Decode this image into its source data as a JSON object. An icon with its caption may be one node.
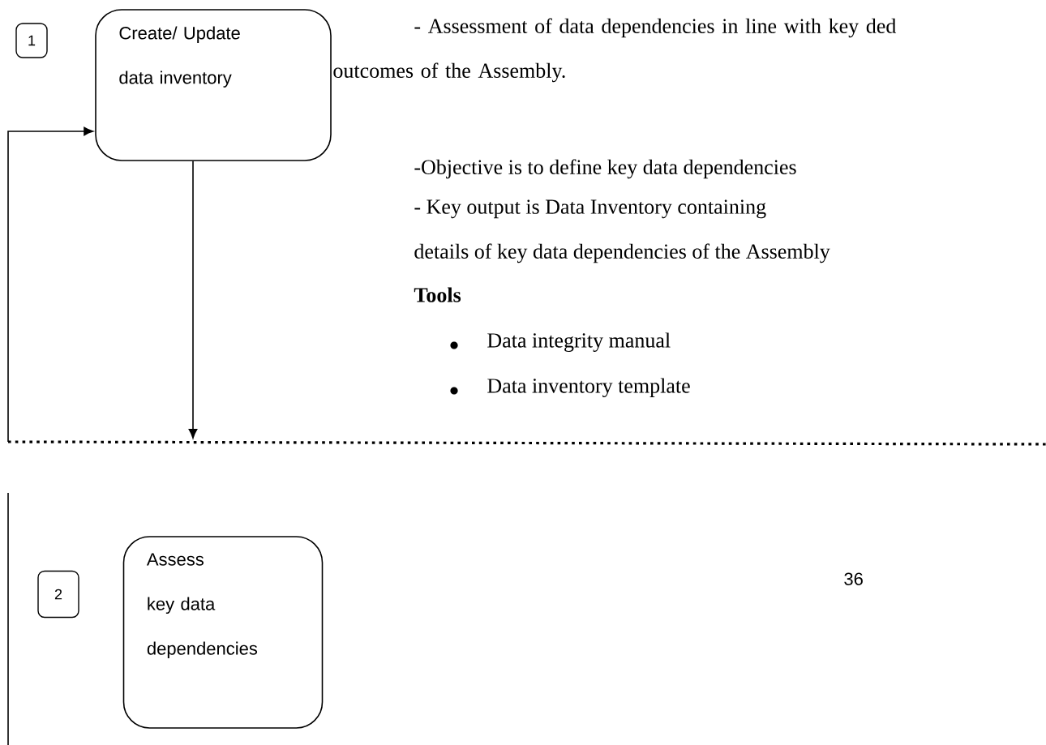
{
  "diagram": {
    "nodes": [
      {
        "text": [
          "1"
        ]
      },
      {
        "text": [
          "Create/ Update data inventory"
        ]
      },
      {
        "text": [
          "2"
        ]
      },
      {
        "text": [
          "Assess key data dependencies"
        ]
      }
    ],
    "edges": [
      {
        "from": null,
        "to": 1,
        "arrow": "to"
      },
      {
        "from": 1,
        "to": null,
        "arrow": "to"
      }
    ],
    "labels": [
      "- Assessment of data dependencies in line with key ded outcomes of the Assembly.",
      "-Objective is to define key data dependencies",
      "- Key output is Data Inventory containing",
      "details of key data dependencies of the Assembly",
      "Tools",
      "Data integrity manual",
      "Data inventory template",
      "36"
    ]
  }
}
